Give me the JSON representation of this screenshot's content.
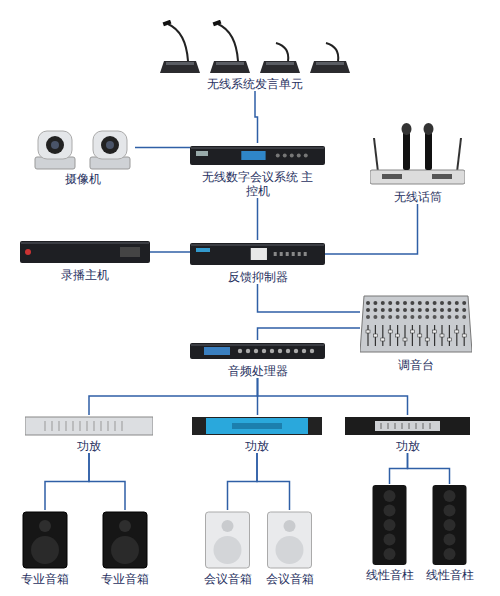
{
  "diagram": {
    "nodes": [
      {
        "text": [
          "无线系统发言单元"
        ]
      },
      {
        "text": [
          "摄像机"
        ]
      },
      {
        "text": [
          "无线数字会议系统 主控机"
        ]
      },
      {
        "text": [
          "无线话筒"
        ]
      },
      {
        "text": [
          "录播主机"
        ]
      },
      {
        "text": [
          "反馈抑制器"
        ]
      },
      {
        "text": [
          "调音台"
        ]
      },
      {
        "text": [
          "音频处理器"
        ]
      },
      {
        "text": [
          "功放"
        ]
      },
      {
        "text": [
          "功放"
        ]
      },
      {
        "text": [
          "功放"
        ]
      },
      {
        "text": [
          "专业音箱"
        ]
      },
      {
        "text": [
          "专业音箱"
        ]
      },
      {
        "text": [
          "会议音箱"
        ]
      },
      {
        "text": [
          "会议音箱"
        ]
      },
      {
        "text": [
          "线性音柱"
        ]
      },
      {
        "text": [
          "线性音柱"
        ]
      }
    ],
    "edges": [
      {
        "from": 0,
        "to": 2,
        "arrow": "none"
      },
      {
        "from": 1,
        "to": 2,
        "arrow": "none"
      },
      {
        "from": 3,
        "to": 5,
        "arrow": "none"
      },
      {
        "from": 2,
        "to": 5,
        "arrow": "none"
      },
      {
        "from": 4,
        "to": 5,
        "arrow": "none"
      },
      {
        "from": 5,
        "to": 6,
        "arrow": "none"
      },
      {
        "from": 6,
        "to": 7,
        "arrow": "none"
      },
      {
        "from": 7,
        "to": 8,
        "arrow": "none"
      },
      {
        "from": 7,
        "to": 9,
        "arrow": "none"
      },
      {
        "from": 7,
        "to": 10,
        "arrow": "none"
      },
      {
        "from": 8,
        "to": 11,
        "arrow": "none"
      },
      {
        "from": 8,
        "to": 12,
        "arrow": "none"
      },
      {
        "from": 9,
        "to": 13,
        "arrow": "none"
      },
      {
        "from": 9,
        "to": 14,
        "arrow": "none"
      },
      {
        "from": 10,
        "to": 15,
        "arrow": "none"
      },
      {
        "from": 10,
        "to": 16,
        "arrow": "none"
      }
    ]
  }
}
